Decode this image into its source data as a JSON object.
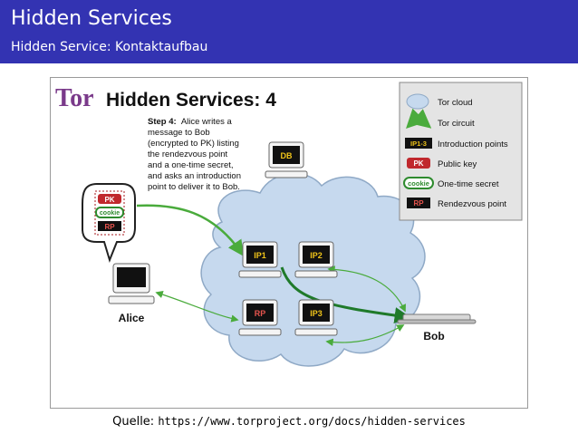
{
  "slide": {
    "title": "Hidden Services",
    "subtitle": "Hidden Service: Kontaktaufbau",
    "caption_label": "Quelle:",
    "caption_url": "https://www.torproject.org/docs/hidden-services"
  },
  "figure": {
    "logo_text": "Tor",
    "heading": "Hidden Services: 4",
    "step_label": "Step 4:",
    "step_lines": [
      "Alice writes a",
      "message to Bob",
      "(encrypted to PK) listing",
      "the rendezvous point",
      "and a one-time secret,",
      "and asks an introduction",
      "point to deliver it to Bob."
    ],
    "bubble": {
      "pk": "PK",
      "cookie": "cookie",
      "rp": "RP"
    },
    "nodes": {
      "db": "DB",
      "ip1": "IP1",
      "ip2": "IP2",
      "rp": "RP",
      "ip3": "IP3"
    },
    "alice_label": "Alice",
    "bob_label": "Bob",
    "legend": {
      "tor_cloud": "Tor cloud",
      "tor_circuit": "Tor circuit",
      "intro_badge": "IP1-3",
      "intro_label": "Introduction points",
      "pk_badge": "PK",
      "pk_label": "Public key",
      "cookie_badge": "cookie",
      "cookie_label": "One-time secret",
      "rp_badge": "RP",
      "rp_label": "Rendezvous point"
    },
    "colors": {
      "accent_header": "#3333b2",
      "cloud": "#c6d9ee",
      "circuit": "#4aab3c",
      "node_bg": "#111111",
      "node_text": "#f0c419",
      "pk_red": "#c0282d",
      "rp_red": "#a7191d",
      "cookie_green": "#2e8b2e",
      "legend_bg": "#e4e4e4"
    }
  }
}
